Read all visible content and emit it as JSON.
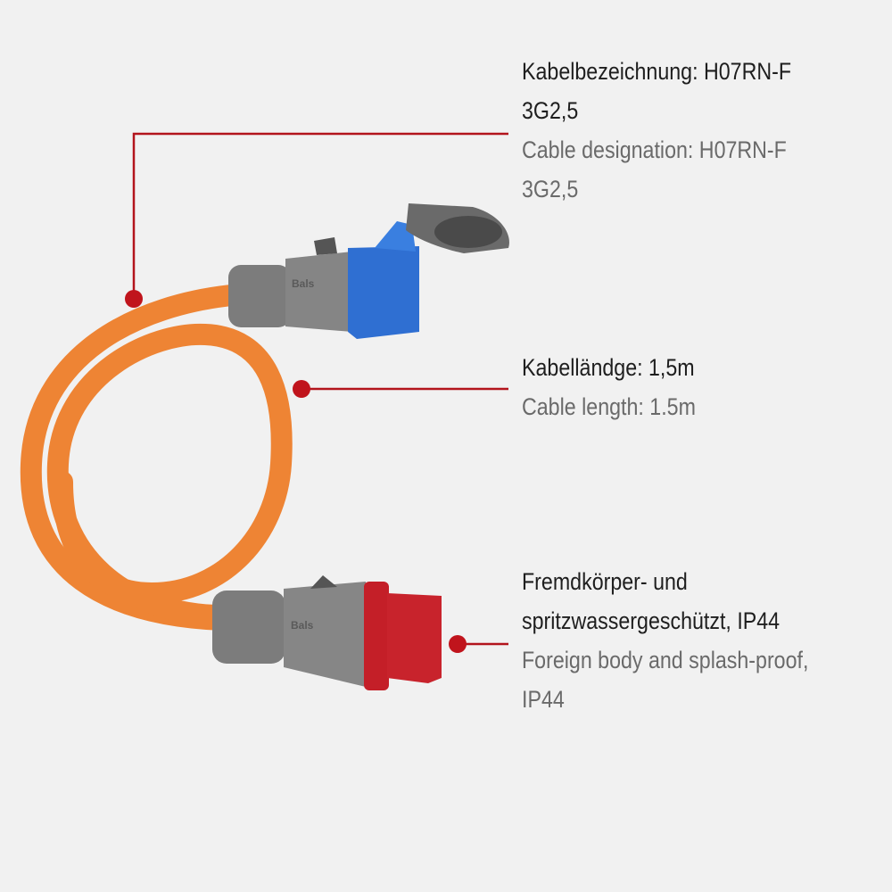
{
  "colors": {
    "accent": "#b3141c",
    "cable": "#f08a3a",
    "socket": "#2f6fd0",
    "plug": "#c8202a",
    "housing": "#7a7a7a"
  },
  "product": {
    "brand_logo": "Bals"
  },
  "callouts": [
    {
      "id": "cable-designation",
      "de_lines": [
        "Kabelbezeichnung: H07RN-F",
        "3G2,5"
      ],
      "en_lines": [
        "Cable designation: H07RN-F",
        "3G2,5"
      ]
    },
    {
      "id": "cable-length",
      "de_lines": [
        "Kabelländge: 1,5m"
      ],
      "en_lines": [
        "Cable length: 1.5m"
      ]
    },
    {
      "id": "ip-rating",
      "de_lines": [
        "Fremdkörper- und",
        "spritzwassergeschützt, IP44"
      ],
      "en_lines": [
        "Foreign body and splash-proof,",
        "IP44"
      ]
    }
  ]
}
